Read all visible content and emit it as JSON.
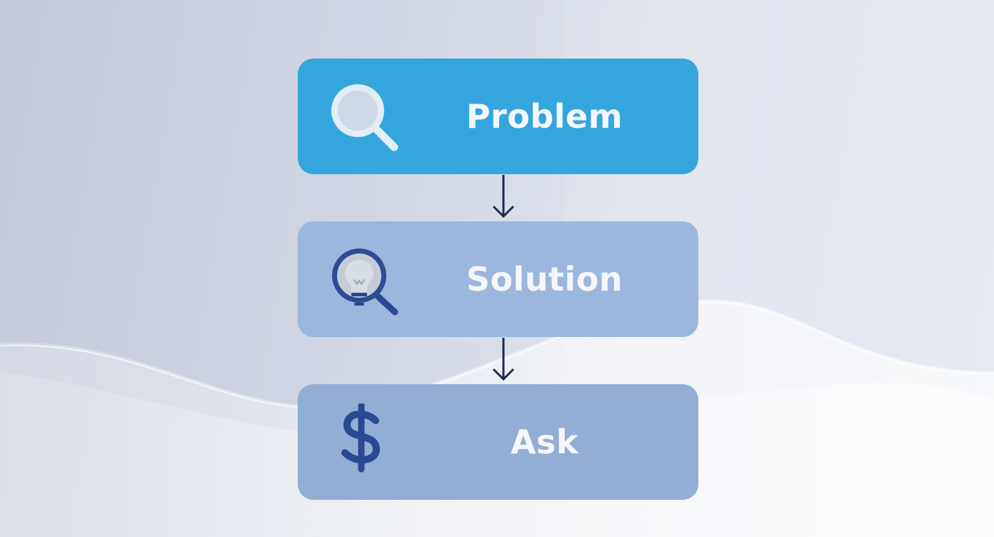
{
  "steps": [
    {
      "label": "Problem",
      "icon": "magnifying-glass-icon"
    },
    {
      "label": "Solution",
      "icon": "lightbulb-magnifier-icon"
    },
    {
      "label": "Ask",
      "icon": "dollar-sign-icon"
    }
  ],
  "colors": {
    "problem_box": "#35a6dd",
    "solution_box": "#9cb7dd",
    "ask_box": "#92aed4",
    "arrow": "#1d2b4f",
    "icon_dark": "#284a93",
    "label_text": "#f4f7fb"
  }
}
